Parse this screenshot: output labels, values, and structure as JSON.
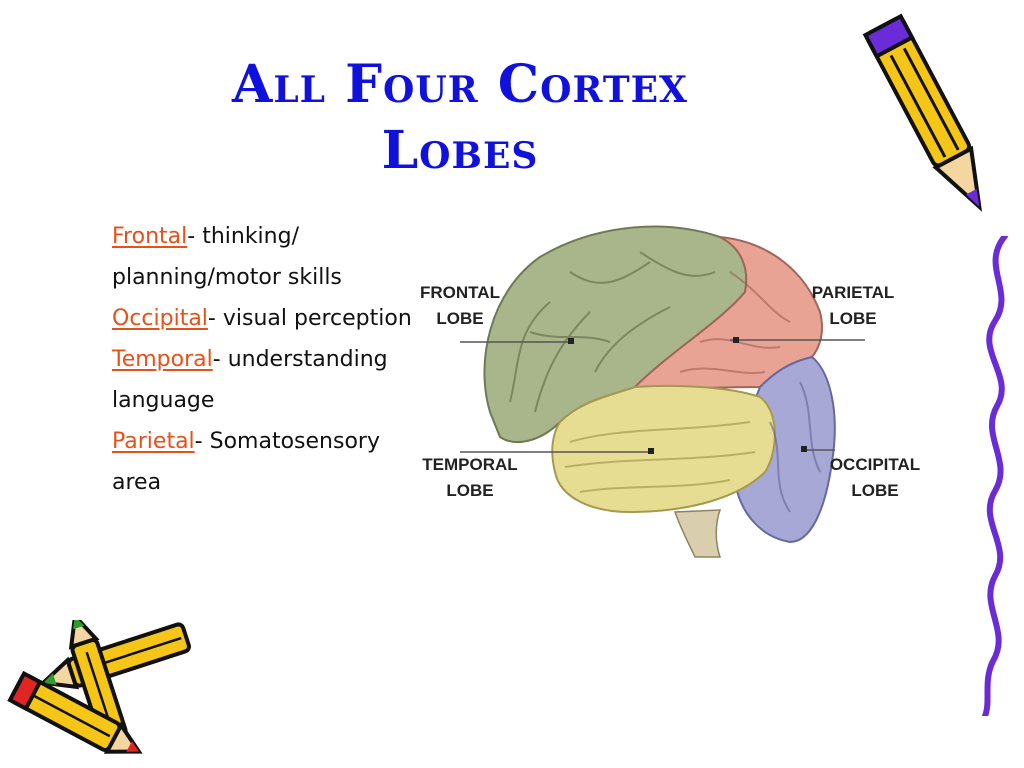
{
  "slide": {
    "title_line1": "All Four Cortex",
    "title_line2": "Lobes"
  },
  "lobes": [
    {
      "term": "Frontal",
      "sep": "- ",
      "desc": "thinking/ planning/motor skills"
    },
    {
      "term": "Occipital",
      "sep": "- ",
      "desc": "visual perception"
    },
    {
      "term": "Temporal",
      "sep": "-",
      "desc": "understanding language"
    },
    {
      "term": "Parietal",
      "sep": "-",
      "desc": "Somatosensory area"
    }
  ],
  "diagram": {
    "frontal_label_1": "FRONTAL",
    "frontal_label_2": "LOBE",
    "parietal_label_1": "PARIETAL",
    "parietal_label_2": "LOBE",
    "temporal_label_1": "TEMPORAL",
    "temporal_label_2": "LOBE",
    "occipital_label_1": "OCCIPITAL",
    "occipital_label_2": "LOBE"
  },
  "colors": {
    "title": "#1111dd",
    "term": "#e8501a",
    "frontal": "#a9b58b",
    "parietal": "#e8a394",
    "temporal": "#e6dd93",
    "occipital": "#a8a8d6",
    "pencil_yellow": "#f5c518",
    "squiggle": "#6a2cd9"
  },
  "icons": [
    "pencil-icon",
    "pencil-icon",
    "pencil-icon",
    "squiggle-line"
  ]
}
